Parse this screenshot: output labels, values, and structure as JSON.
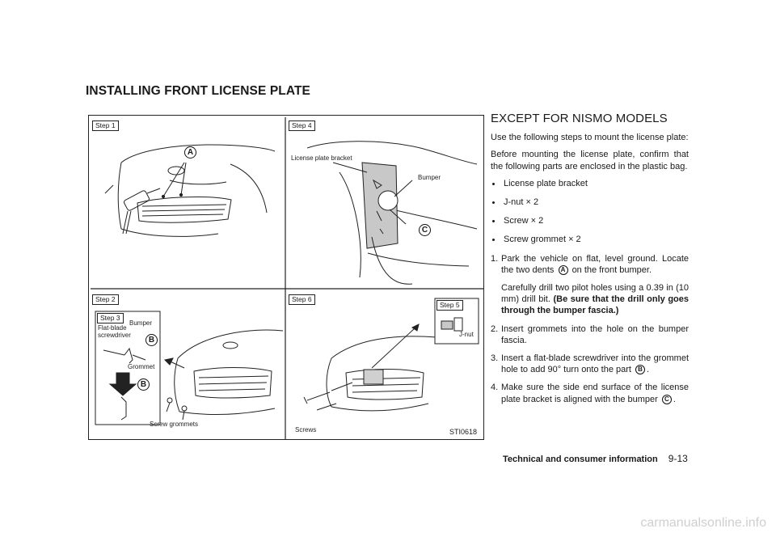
{
  "section_title": "INSTALLING FRONT LICENSE PLATE",
  "figure": {
    "step1": "Step 1",
    "step2": "Step 2",
    "step3": "Step 3",
    "step4": "Step 4",
    "step5": "Step 5",
    "step6": "Step 6",
    "callout_flat_blade": "Flat-blade",
    "callout_screwdriver": "screwdriver",
    "callout_bumper_step3": "Bumper",
    "callout_grommet": "Grommet",
    "callout_screw_grommets": "Screw grommets",
    "callout_license_plate_bracket": "License plate bracket",
    "callout_bumper_step4": "Bumper",
    "callout_j_nut": "J-nut",
    "callout_screws": "Screws",
    "badge_a": "A",
    "badge_b": "B",
    "badge_c": "C",
    "code": "STI0618"
  },
  "content": {
    "heading": "EXCEPT FOR NISMO MODELS",
    "intro": "Use the following steps to mount the license plate:",
    "before": "Before mounting the license plate, confirm that the following parts are enclosed in the plastic bag.",
    "parts": [
      "License plate bracket",
      "J-nut  × 2",
      "Screw  × 2",
      "Screw grommet  × 2"
    ],
    "step1_num": "1.",
    "step1_a": "Park the vehicle on flat, level ground. Locate the two dents",
    "step1_badge": "A",
    "step1_b": "on the front bumper.",
    "step1_c": "Carefully drill two pilot holes using a 0.39 in (10 mm) drill bit.",
    "step1_bold": "(Be sure that the drill only goes through the bumper fascia.)",
    "step2_num": "2.",
    "step2": "Insert grommets into the hole on the bumper fascia.",
    "step3_num": "3.",
    "step3_a": "Insert a flat-blade screwdriver into the grommet hole to add 90° turn onto the part",
    "step3_badge": "B",
    "step3_b": ".",
    "step4_num": "4.",
    "step4_a": "Make sure the side end surface of the license plate bracket is aligned with the bumper",
    "step4_badge": "C",
    "step4_b": "."
  },
  "footer": {
    "title": "Technical and consumer information",
    "page": "9-13"
  },
  "watermark": "carmanualsonline.info"
}
